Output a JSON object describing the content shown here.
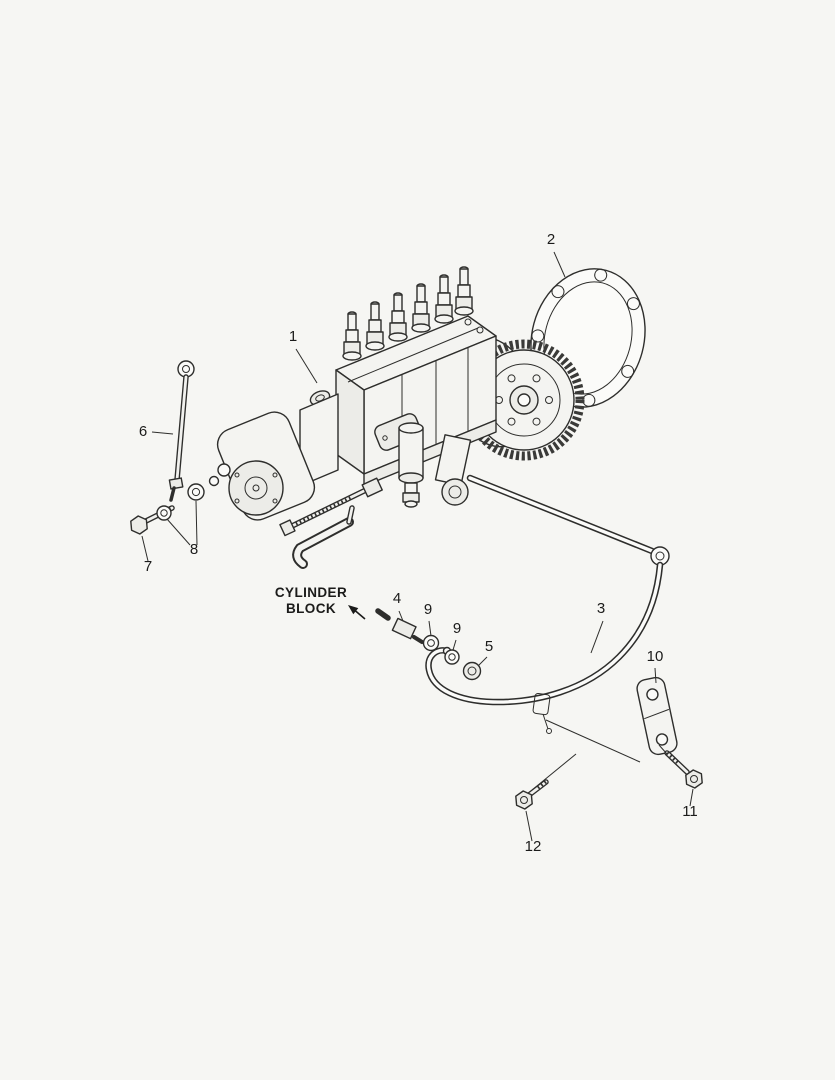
{
  "page": {
    "background_color": "#f6f6f3",
    "ink_color": "#2e2e2c"
  },
  "figure": {
    "cylinder_block_label_line1": "CYLINDER",
    "cylinder_block_label_line2": "BLOCK"
  },
  "callouts": {
    "c1": "1",
    "c2": "2",
    "c3": "3",
    "c4": "4",
    "c5": "5",
    "c6": "6",
    "c7": "7",
    "c8": "8",
    "c9a": "9",
    "c9b": "9",
    "c10": "10",
    "c11": "11",
    "c12": "12"
  }
}
